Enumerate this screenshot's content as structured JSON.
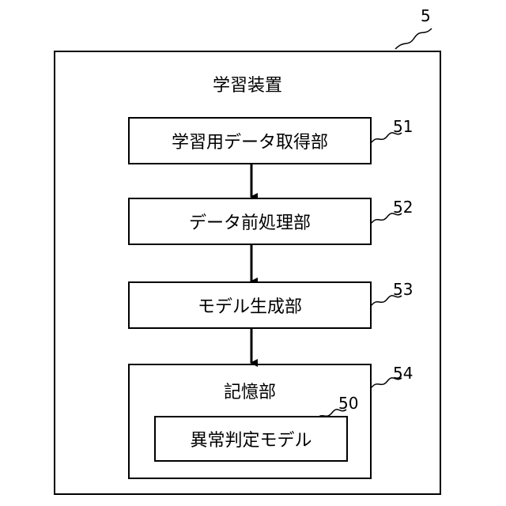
{
  "device": {
    "ref": "5",
    "title": "学習装置"
  },
  "blocks": [
    {
      "label": "学習用データ取得部",
      "ref": "51"
    },
    {
      "label": "データ前処理部",
      "ref": "52"
    },
    {
      "label": "モデル生成部",
      "ref": "53"
    },
    {
      "label": "記憶部",
      "ref": "54"
    }
  ],
  "model": {
    "label": "異常判定モデル",
    "ref": "50"
  }
}
